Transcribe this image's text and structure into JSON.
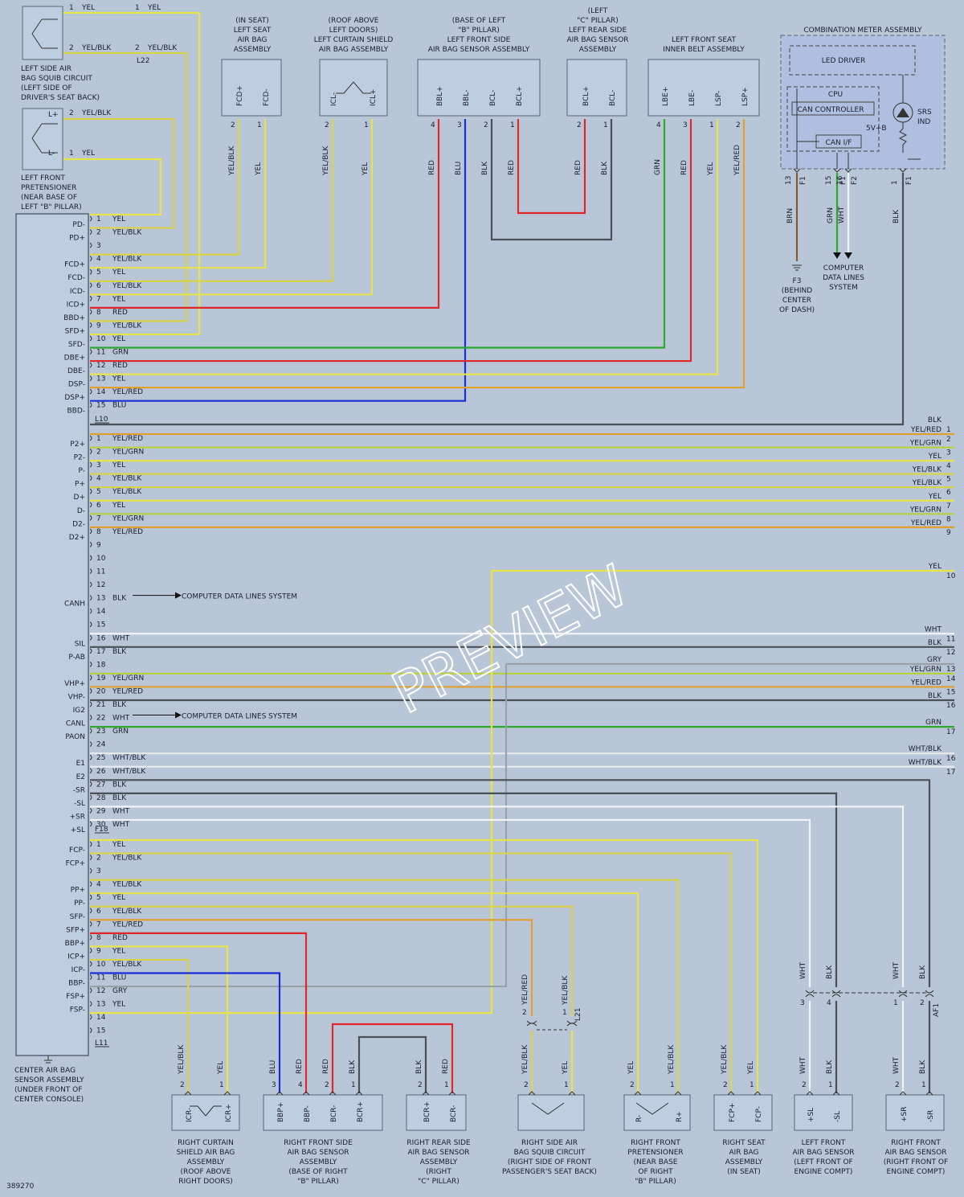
{
  "diagram_id": "389270",
  "watermark": "PREVIEW",
  "colors": {
    "YEL": "#e7e34a",
    "YEL/BLK": "#d9d44a",
    "YEL/RED": "#e0a030",
    "YEL/GRN": "#b8d040",
    "RED": "#e02828",
    "BLU": "#1a2ed8",
    "BLK": "#4a4f58",
    "GRN": "#2fa82f",
    "WHT": "#f2f4f6",
    "WHT/BLK": "#e8eaee",
    "GRY": "#9aa0a8",
    "BRN": "#8a5a2a"
  },
  "center_unit": {
    "label": [
      "CENTER AIR BAG",
      "SENSOR ASSEMBLY",
      "(UNDER FRONT OF",
      "CENTER CONSOLE)"
    ],
    "connector_L10": "L10",
    "connector_F18": "F18",
    "connector_L11": "L11",
    "pins_L10": [
      {
        "n": "1",
        "sig": "PD-",
        "wire": "YEL"
      },
      {
        "n": "2",
        "sig": "PD+",
        "wire": "YEL/BLK"
      },
      {
        "n": "3",
        "sig": "",
        "wire": ""
      },
      {
        "n": "4",
        "sig": "FCD+",
        "wire": "YEL/BLK"
      },
      {
        "n": "5",
        "sig": "FCD-",
        "wire": "YEL"
      },
      {
        "n": "6",
        "sig": "ICD-",
        "wire": "YEL/BLK"
      },
      {
        "n": "7",
        "sig": "ICD+",
        "wire": "YEL"
      },
      {
        "n": "8",
        "sig": "BBD+",
        "wire": "RED"
      },
      {
        "n": "9",
        "sig": "SFD+",
        "wire": "YEL/BLK"
      },
      {
        "n": "10",
        "sig": "SFD-",
        "wire": "YEL"
      },
      {
        "n": "11",
        "sig": "DBE+",
        "wire": "GRN"
      },
      {
        "n": "12",
        "sig": "DBE-",
        "wire": "RED"
      },
      {
        "n": "13",
        "sig": "DSP-",
        "wire": "YEL"
      },
      {
        "n": "14",
        "sig": "DSP+",
        "wire": "YEL/RED"
      },
      {
        "n": "15",
        "sig": "BBD-",
        "wire": "BLU"
      }
    ],
    "pins_F18": [
      {
        "n": "1",
        "sig": "P2+",
        "wire": "YEL/RED"
      },
      {
        "n": "2",
        "sig": "P2-",
        "wire": "YEL/GRN"
      },
      {
        "n": "3",
        "sig": "P-",
        "wire": "YEL"
      },
      {
        "n": "4",
        "sig": "P+",
        "wire": "YEL/BLK"
      },
      {
        "n": "5",
        "sig": "D+",
        "wire": "YEL/BLK"
      },
      {
        "n": "6",
        "sig": "D-",
        "wire": "YEL"
      },
      {
        "n": "7",
        "sig": "D2-",
        "wire": "YEL/GRN"
      },
      {
        "n": "8",
        "sig": "D2+",
        "wire": "YEL/RED"
      },
      {
        "n": "9",
        "sig": "",
        "wire": ""
      },
      {
        "n": "10",
        "sig": "",
        "wire": ""
      },
      {
        "n": "11",
        "sig": "",
        "wire": ""
      },
      {
        "n": "12",
        "sig": "",
        "wire": ""
      },
      {
        "n": "13",
        "sig": "CANH",
        "wire": "BLK"
      },
      {
        "n": "14",
        "sig": "",
        "wire": ""
      },
      {
        "n": "15",
        "sig": "",
        "wire": ""
      },
      {
        "n": "16",
        "sig": "SIL",
        "wire": "WHT"
      },
      {
        "n": "17",
        "sig": "P-AB",
        "wire": "BLK"
      },
      {
        "n": "18",
        "sig": "",
        "wire": ""
      },
      {
        "n": "19",
        "sig": "VHP+",
        "wire": "YEL/GRN"
      },
      {
        "n": "20",
        "sig": "VHP-",
        "wire": "YEL/RED"
      },
      {
        "n": "21",
        "sig": "IG2",
        "wire": "BLK"
      },
      {
        "n": "22",
        "sig": "CANL",
        "wire": "WHT"
      },
      {
        "n": "23",
        "sig": "PAON",
        "wire": "GRN"
      },
      {
        "n": "24",
        "sig": "",
        "wire": ""
      },
      {
        "n": "25",
        "sig": "E1",
        "wire": "WHT/BLK"
      },
      {
        "n": "26",
        "sig": "E2",
        "wire": "WHT/BLK"
      },
      {
        "n": "27",
        "sig": "-SR",
        "wire": "BLK"
      },
      {
        "n": "28",
        "sig": "-SL",
        "wire": "BLK"
      },
      {
        "n": "29",
        "sig": "+SR",
        "wire": "WHT"
      },
      {
        "n": "30",
        "sig": "+SL",
        "wire": "WHT"
      }
    ],
    "pins_L11": [
      {
        "n": "1",
        "sig": "FCP-",
        "wire": "YEL"
      },
      {
        "n": "2",
        "sig": "FCP+",
        "wire": "YEL/BLK"
      },
      {
        "n": "3",
        "sig": "",
        "wire": ""
      },
      {
        "n": "4",
        "sig": "PP+",
        "wire": "YEL/BLK"
      },
      {
        "n": "5",
        "sig": "PP-",
        "wire": "YEL"
      },
      {
        "n": "6",
        "sig": "SFP-",
        "wire": "YEL/BLK"
      },
      {
        "n": "7",
        "sig": "SFP+",
        "wire": "YEL/RED"
      },
      {
        "n": "8",
        "sig": "BBP+",
        "wire": "RED"
      },
      {
        "n": "9",
        "sig": "ICP+",
        "wire": "YEL"
      },
      {
        "n": "10",
        "sig": "ICP-",
        "wire": "YEL/BLK"
      },
      {
        "n": "11",
        "sig": "BBP-",
        "wire": "BLU"
      },
      {
        "n": "12",
        "sig": "FSP+",
        "wire": "GRY"
      },
      {
        "n": "13",
        "sig": "FSP-",
        "wire": "YEL"
      },
      {
        "n": "14",
        "sig": "",
        "wire": ""
      },
      {
        "n": "15",
        "sig": "",
        "wire": ""
      }
    ]
  },
  "right_edge": [
    {
      "n": "1",
      "wire": "BLK"
    },
    {
      "n": "2",
      "wire": "YEL/RED"
    },
    {
      "n": "3",
      "wire": "YEL/GRN"
    },
    {
      "n": "4",
      "wire": "YEL"
    },
    {
      "n": "5",
      "wire": "YEL/BLK"
    },
    {
      "n": "6",
      "wire": "YEL/BLK"
    },
    {
      "n": "7",
      "wire": "YEL"
    },
    {
      "n": "8",
      "wire": "YEL/GRN"
    },
    {
      "n": "9",
      "wire": "YEL/RED"
    },
    {
      "n": "10",
      "wire": "YEL"
    },
    {
      "n": "11",
      "wire": "WHT"
    },
    {
      "n": "12",
      "wire": "BLK"
    },
    {
      "n": "13",
      "wire": "GRY"
    },
    {
      "n": "14",
      "wire": "YEL/GRN"
    },
    {
      "n": "15",
      "wire": "YEL/RED"
    },
    {
      "n": "16",
      "wire": "BLK"
    },
    {
      "n": "17",
      "wire": "GRN"
    },
    {
      "n": "16",
      "wire": "WHT/BLK"
    },
    {
      "n": "17",
      "wire": "WHT/BLK"
    }
  ],
  "cds_label": "COMPUTER DATA LINES SYSTEM",
  "top_components": [
    {
      "id": "left-seat",
      "label": [
        "(IN SEAT)",
        "LEFT SEAT",
        "AIR BAG",
        "ASSEMBLY"
      ],
      "pins": [
        "FCD+",
        "FCD-"
      ],
      "nums": [
        "2",
        "1"
      ],
      "wires": [
        "YEL/BLK",
        "YEL"
      ]
    },
    {
      "id": "left-curtain",
      "label": [
        "(ROOF ABOVE",
        "LEFT DOORS)",
        "LEFT CURTAIN SHIELD",
        "AIR BAG ASSEMBLY"
      ],
      "pins": [
        "ICL-",
        "ICL+"
      ],
      "nums": [
        "2",
        "1"
      ],
      "wires": [
        "YEL/BLK",
        "YEL"
      ]
    },
    {
      "id": "left-front-side",
      "label": [
        "(BASE OF LEFT",
        "\"B\" PILLAR)",
        "LEFT FRONT SIDE",
        "AIR BAG SENSOR ASSEMBLY"
      ],
      "pins": [
        "BBL+",
        "BBL-",
        "BCL-",
        "BCL+"
      ],
      "nums": [
        "4",
        "3",
        "2",
        "1"
      ],
      "wires": [
        "RED",
        "BLU",
        "BLK",
        "RED"
      ]
    },
    {
      "id": "left-rear-side",
      "label": [
        "(LEFT",
        "\"C\" PILLAR)",
        "LEFT REAR SIDE",
        "AIR BAG SENSOR",
        "ASSEMBLY"
      ],
      "pins": [
        "BCL+",
        "BCL-"
      ],
      "nums": [
        "2",
        "1"
      ],
      "wires": [
        "RED",
        "BLK"
      ]
    },
    {
      "id": "left-belt",
      "label": [
        "LEFT FRONT SEAT",
        "INNER BELT ASSEMBLY"
      ],
      "pins": [
        "LBE+",
        "LBE-",
        "LSP-",
        "LSP+"
      ],
      "nums": [
        "4",
        "3",
        "1",
        "2"
      ],
      "wires": [
        "GRN",
        "RED",
        "YEL",
        "YEL/RED"
      ]
    }
  ],
  "left_squib": {
    "label": [
      "LEFT SIDE AIR",
      "BAG SQUIB CIRCUIT",
      "(LEFT SIDE OF",
      "DRIVER'S SEAT BACK)"
    ],
    "wires": [
      "YEL",
      "YEL/BLK"
    ],
    "nums": [
      "1",
      "2"
    ],
    "connector": "L22"
  },
  "left_pretensioner": {
    "label": [
      "LEFT FRONT",
      "PRETENSIONER",
      "(NEAR BASE OF",
      "LEFT \"B\" PILLAR)"
    ],
    "pins": [
      "L+",
      "L-"
    ],
    "nums": [
      "2",
      "1"
    ],
    "wires": [
      "YEL/BLK",
      "YEL"
    ]
  },
  "meter": {
    "title": "COMBINATION METER ASSEMBLY",
    "led_driver": "LED DRIVER",
    "cpu": "CPU",
    "can_controller": "CAN CONTROLLER",
    "can_if": "CAN I/F",
    "v5": "5V+B",
    "srs": [
      "SRS",
      "IND"
    ],
    "pins": [
      {
        "n": "13",
        "c": "F1",
        "w": "BRN"
      },
      {
        "n": "15",
        "c": "F1",
        "w": "GRN"
      },
      {
        "n": "16",
        "c": "F2",
        "w": "WHT"
      },
      {
        "n": "1",
        "c": "F1",
        "w": "BLK"
      }
    ],
    "ground": [
      "F3",
      "(BEHIND",
      "CENTER",
      "OF DASH)"
    ],
    "cds": [
      "COMPUTER",
      "DATA LINES",
      "SYSTEM"
    ]
  },
  "bottom_components": [
    {
      "id": "right-curtain",
      "label": [
        "RIGHT CURTAIN",
        "SHIELD AIR BAG",
        "ASSEMBLY",
        "(ROOF ABOVE",
        "RIGHT DOORS)"
      ],
      "pins": [
        "ICR-",
        "ICR+"
      ],
      "nums": [
        "2",
        "1"
      ],
      "wires": [
        "YEL/BLK",
        "YEL"
      ]
    },
    {
      "id": "right-front-side",
      "label": [
        "RIGHT FRONT SIDE",
        "AIR BAG SENSOR",
        "ASSEMBLY",
        "(BASE OF RIGHT",
        "\"B\" PILLAR)"
      ],
      "pins": [
        "BBP+",
        "BBP-",
        "BCR-",
        "BCR+"
      ],
      "nums": [
        "3",
        "4",
        "2",
        "1"
      ],
      "wires": [
        "BLU",
        "RED",
        "RED",
        "BLK"
      ]
    },
    {
      "id": "right-rear-side",
      "label": [
        "RIGHT REAR SIDE",
        "AIR BAG SENSOR",
        "ASSEMBLY",
        "(RIGHT",
        "\"C\" PILLAR)"
      ],
      "pins": [
        "BCR+",
        "BCR-"
      ],
      "nums": [
        "2",
        "1"
      ],
      "wires": [
        "BLK",
        "RED"
      ]
    },
    {
      "id": "right-squib",
      "label": [
        "RIGHT SIDE AIR",
        "BAG SQUIB CIRCUIT",
        "(RIGHT SIDE OF FRONT",
        "PASSENGER'S SEAT BACK)"
      ],
      "pins": [],
      "nums": [
        "2",
        "1"
      ],
      "wires": [
        "YEL/BLK",
        "YEL"
      ],
      "upper_wires": [
        "YEL/RED",
        "YEL/BLK"
      ],
      "connector": "L21"
    },
    {
      "id": "right-pretensioner",
      "label": [
        "RIGHT FRONT",
        "PRETENSIONER",
        "(NEAR BASE",
        "OF RIGHT",
        "\"B\" PILLAR)"
      ],
      "pins": [
        "R-",
        "R+"
      ],
      "nums": [
        "2",
        "1"
      ],
      "wires": [
        "YEL",
        "YEL/BLK"
      ]
    },
    {
      "id": "right-seat",
      "label": [
        "RIGHT SEAT",
        "AIR BAG",
        "ASSEMBLY",
        "(IN SEAT)"
      ],
      "pins": [
        "FCP+",
        "FCP-"
      ],
      "nums": [
        "2",
        "1"
      ],
      "wires": [
        "YEL/BLK",
        "YEL"
      ]
    },
    {
      "id": "left-front-sensor",
      "label": [
        "LEFT FRONT",
        "AIR BAG SENSOR",
        "(LEFT FRONT OF",
        "ENGINE COMPT)"
      ],
      "pins": [
        "+SL",
        "-SL"
      ],
      "nums": [
        "2",
        "1"
      ],
      "wires": [
        "WHT",
        "BLK"
      ],
      "upper_nums": [
        "3",
        "4"
      ],
      "upper_wires": [
        "WHT",
        "BLK"
      ]
    },
    {
      "id": "right-front-sensor",
      "label": [
        "RIGHT FRONT",
        "AIR BAG SENSOR",
        "(RIGHT FRONT OF",
        "ENGINE COMPT)"
      ],
      "pins": [
        "+SR",
        "-SR"
      ],
      "nums": [
        "2",
        "1"
      ],
      "wires": [
        "WHT",
        "BLK"
      ],
      "upper_nums": [
        "1",
        "2"
      ],
      "upper_wires": [
        "WHT",
        "BLK"
      ],
      "connector": "AF1"
    }
  ]
}
